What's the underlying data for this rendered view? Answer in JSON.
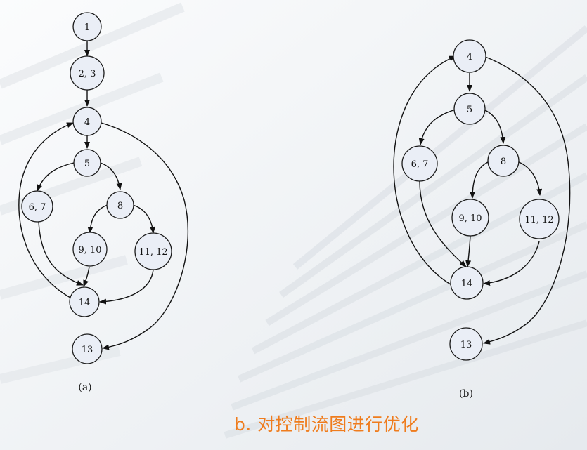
{
  "colors": {
    "node_fill": "#eaeef6",
    "stroke": "#111111",
    "caption": "#ef7c1d"
  },
  "slide_caption": "b. 对控制流图进行优化",
  "graph_a": {
    "caption": "(a)",
    "nodes": {
      "n1": "1",
      "n23": "2, 3",
      "n4": "4",
      "n5": "5",
      "n67": "6, 7",
      "n8": "8",
      "n910": "9, 10",
      "n1112": "11, 12",
      "n14": "14",
      "n13": "13"
    }
  },
  "graph_b": {
    "caption": "(b)",
    "nodes": {
      "n4": "4",
      "n5": "5",
      "n67": "6, 7",
      "n8": "8",
      "n910": "9, 10",
      "n1112": "11, 12",
      "n14": "14",
      "n13": "13"
    }
  }
}
